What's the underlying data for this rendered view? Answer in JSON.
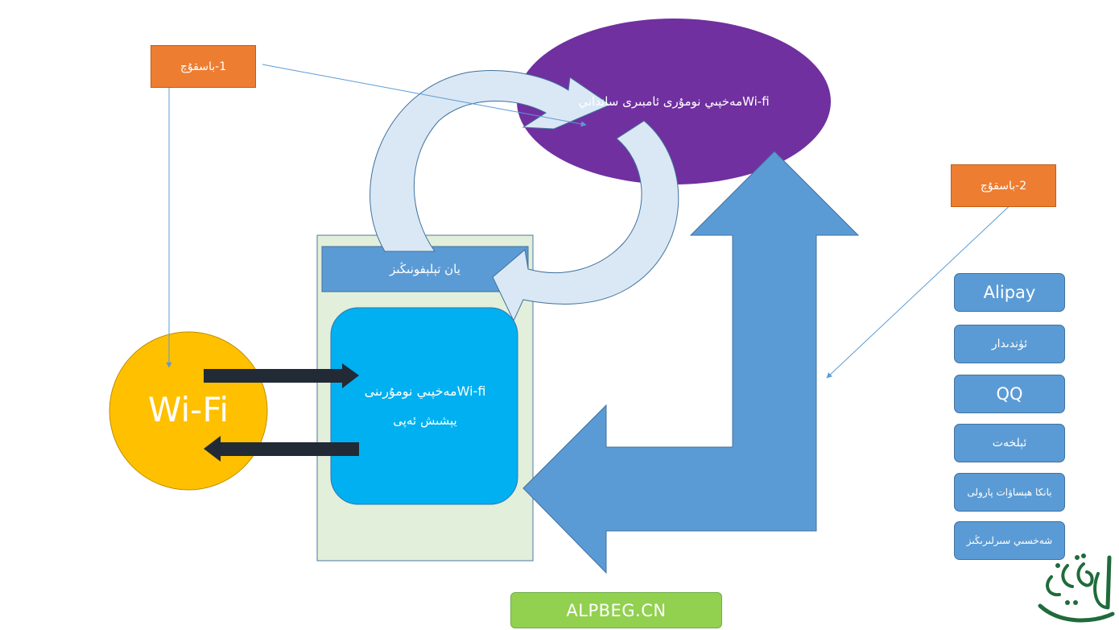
{
  "steps": {
    "step1": "1-باسقۇچ",
    "step2": "2-باسقۇچ"
  },
  "cloud_label": "Wi-fiمەخپىي نومۇرى ئامبىرى سانداني",
  "phone": {
    "header": "يان تېلېفونىڭىز",
    "screen_line1": "Wi-fiمەخپىي نومۇرىنى",
    "screen_line2": "يېشىش ئەپى"
  },
  "wifi_label": "Wi-Fi",
  "apps": [
    "Alipay",
    "ئۈندىدار",
    "QQ",
    "ئېلخەت",
    "بانكا ھېساۋات پارولى",
    "شەخسىي سىرلىرىڭىز"
  ],
  "footer_label": "ALPBEG.CN",
  "logo_text": "ئالپ ئۆزۈ",
  "colors": {
    "orange": "#ed7d31",
    "purple": "#7030a0",
    "blue": "#5b9bd5",
    "cyan": "#00b0f0",
    "yellow": "#ffc000",
    "green": "#92d050",
    "phone_bg": "#e2efda",
    "arrow_dark": "#222a35",
    "cycle_arrow": "#dae8f5"
  }
}
